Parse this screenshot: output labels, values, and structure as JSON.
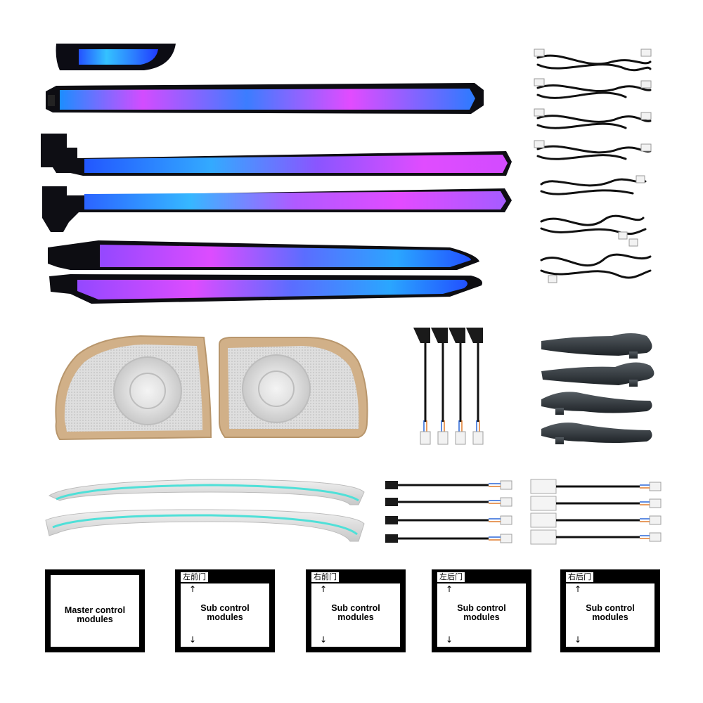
{
  "modules": [
    {
      "title": "Master control\nmodules",
      "tag": "",
      "up": "",
      "down": ""
    },
    {
      "title": "Sub control\nmodules",
      "tag": "左前门",
      "up": "↑",
      "down": "↓"
    },
    {
      "title": "Sub control\nmodules",
      "tag": "右前门",
      "up": "↑",
      "down": "↓"
    },
    {
      "title": "Sub control\nmodules",
      "tag": "左后门",
      "up": "↑",
      "down": "↓"
    },
    {
      "title": "Sub control\nmodules",
      "tag": "右后门",
      "up": "↑",
      "down": "↓"
    }
  ],
  "colors": {
    "magenta": "#d84bff",
    "blue": "#2f6bff",
    "cyan": "#35d6ff",
    "frame": "#111111",
    "speaker_rim": "#d3b48c",
    "speaker_mesh": "#dcdcdc",
    "strip_glow": "#4fe0d8",
    "handle": "#2d3338"
  },
  "icons": [
    "ambient-light-strip",
    "wiring-harness",
    "speaker-cover",
    "light-cable",
    "door-handle",
    "control-module"
  ]
}
